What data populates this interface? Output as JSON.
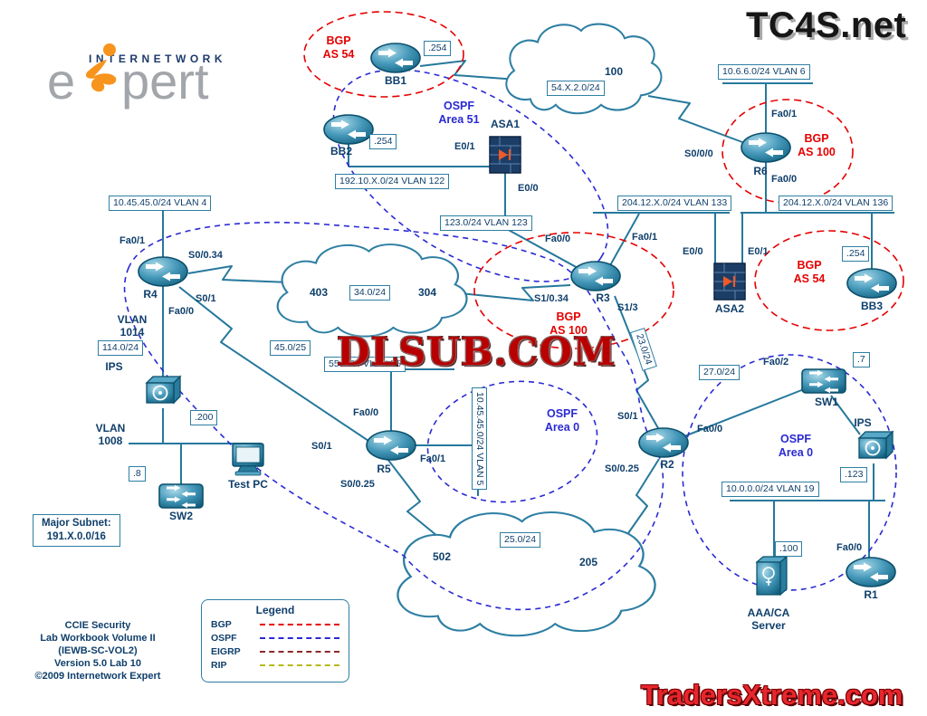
{
  "watermarks": {
    "tc4s": "TC4S.net",
    "dlsub": "DLSUB.COM",
    "traders": "TradersXtreme.com"
  },
  "logo": {
    "wordmark_top": "INTERNETWORK",
    "wordmark_e": "e",
    "wordmark_rest": "pert"
  },
  "devices": {
    "bb1": "BB1",
    "bb2": "BB2",
    "bb3": "BB3",
    "r1": "R1",
    "r2": "R2",
    "r3": "R3",
    "r4": "R4",
    "r5": "R5",
    "r6": "R6",
    "sw1": "SW1",
    "sw2": "SW2",
    "asa1": "ASA1",
    "asa2": "ASA2",
    "ips_left": "IPS",
    "ips_right": "IPS",
    "test_pc": "Test PC",
    "aaa_server": "AAA/CA\nServer"
  },
  "clouds": {
    "frame_relay_top": "100",
    "fr_left_a": "403",
    "fr_left_b": "304",
    "fr_bottom_a": "502",
    "fr_bottom_b": "205"
  },
  "labels": {
    "bb1_ip": ".254",
    "net54": "54.X.2.0/24",
    "vlan6": "10.6.6.0/24 VLAN 6",
    "bb2_ip": ".254",
    "vlan122": "192.10.X.0/24 VLAN 122",
    "vlan123": "123.0/24 VLAN 123",
    "vlan133": "204.12.X.0/24 VLAN 133",
    "vlan136": "204.12.X.0/24 VLAN 136",
    "bb3_ip": ".254",
    "vlan4": "10.45.45.0/24 VLAN 4",
    "net34": "34.0/24",
    "net114": "114.0/24",
    "net45": "45.0/25",
    "pc_ip": ".200",
    "sw2_ip": ".8",
    "vlan55": "55.0/24 VLAN 55",
    "vlan5": "10.45.45.0/24 VLAN 5",
    "net23": "23.0/24",
    "net27": "27.0/24",
    "sw1_ip": ".7",
    "ips_ip": ".123",
    "vlan19": "10.0.0.0/24 VLAN 19",
    "aaa_ip": ".100",
    "net25": "25.0/24",
    "vlan1014": "VLAN\n1014",
    "vlan1008": "VLAN\n1008"
  },
  "interfaces": {
    "asa1_e01": "E0/1",
    "asa1_e00": "E0/0",
    "r6_fa01": "Fa0/1",
    "r6_s000": "S0/0/0",
    "r6_fa00": "Fa0/0",
    "asa2_e00": "E0/0",
    "asa2_e01": "E0/1",
    "r4_fa01": "Fa0/1",
    "r4_s0034": "S0/0.34",
    "r4_s01": "S0/1",
    "r4_fa00": "Fa0/0",
    "r3_fa00": "Fa0/0",
    "r3_fa01": "Fa0/1",
    "r3_s1034": "S1/0.34",
    "r3_s13": "S1/3",
    "r5_fa00": "Fa0/0",
    "r5_s01": "S0/1",
    "r5_fa01": "Fa0/1",
    "r5_s0025": "S0/0.25",
    "r2_s01": "S0/1",
    "r2_fa00": "Fa0/0",
    "r2_s0025": "S0/0.25",
    "sw1_fa02": "Fa0/2",
    "r1_fa00": "Fa0/0"
  },
  "areas": {
    "bgp54_bb1": "BGP\nAS 54",
    "ospf51": "OSPF\nArea 51",
    "bgp100_r6": "BGP\nAS 100",
    "bgp54_bb3": "BGP\nAS 54",
    "bgp100_r3": "BGP\nAS 100",
    "ospf0_mid": "OSPF\nArea 0",
    "ospf0_right": "OSPF\nArea 0"
  },
  "major_subnet": {
    "title": "Major Subnet:",
    "value": "191.X.0.0/16"
  },
  "legend": {
    "title": "Legend",
    "items": [
      {
        "label": "BGP",
        "color": "#e60000"
      },
      {
        "label": "OSPF",
        "color": "#2a2ad4"
      },
      {
        "label": "EIGRP",
        "color": "#8b2a2a"
      },
      {
        "label": "RIP",
        "color": "#b8b818"
      }
    ]
  },
  "footer": {
    "lines": [
      "CCIE Security",
      "Lab Workbook Volume II",
      "(IEWB-SC-VOL2)",
      "Version 5.0 Lab 10",
      "©2009 Internetwork Expert"
    ]
  },
  "colors": {
    "device": "#2e86a8",
    "line": "#26789c",
    "bgp_dash": "#e60000",
    "ospf_dash": "#2a2ad4"
  }
}
